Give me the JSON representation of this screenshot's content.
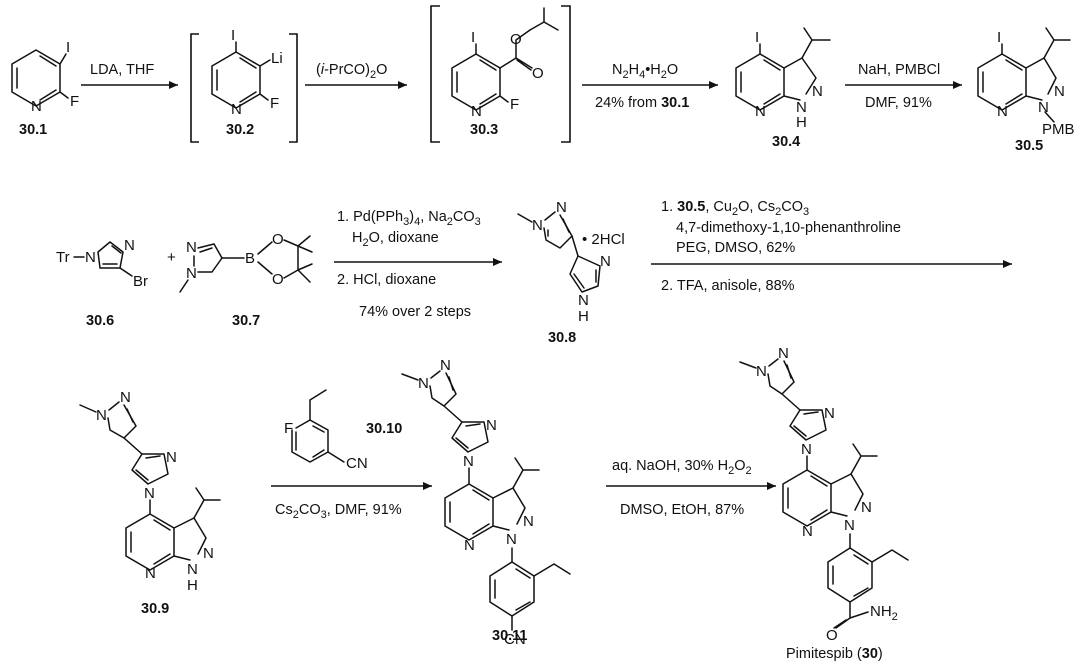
{
  "compounds": {
    "c30_1": "30.1",
    "c30_2": "30.2",
    "c30_3": "30.3",
    "c30_4": "30.4",
    "c30_5": "30.5",
    "c30_6": "30.6",
    "c30_7": "30.7",
    "c30_8": "30.8",
    "c30_9": "30.9",
    "c30_10": "30.10",
    "c30_11": "30.11",
    "final_name": "Pimitespib",
    "final_num": "30"
  },
  "conditions": {
    "step1": "LDA, THF",
    "step2": "(i-PrCO)2O",
    "step3_reagent": "N2H4•H2O",
    "step3_yield_prefix": "24% from",
    "step3_yield_ref": "30.1",
    "step4_reagents": "NaH, PMBCl",
    "step4_yield": "DMF, 91%",
    "suzuki_1a": "1. Pd(PPh3)4, Na2CO3",
    "suzuki_1b": "H2O, dioxane",
    "suzuki_2": "2. HCl, dioxane",
    "suzuki_yield": "74% over 2 steps",
    "coupling_1a_prefix": "1.",
    "coupling_1a_ref": "30.5",
    "coupling_1a_rest": ", Cu2O, Cs2CO3",
    "coupling_1b": "4,7-dimethoxy-1,10-phenanthroline",
    "coupling_1c": "PEG, DMSO, 62%",
    "coupling_2": "2. TFA, anisole, 88%",
    "snar_base": "Cs2CO3, DMF, 91%",
    "hydrolysis_1": "aq. NaOH, 30% H2O2",
    "hydrolysis_2": "DMSO, EtOH, 87%"
  },
  "atoms": {
    "I": "I",
    "F": "F",
    "N": "N",
    "Li": "Li",
    "O": "O",
    "H": "H",
    "NH": "N",
    "PMB": "PMB",
    "Tr": "Tr",
    "Br": "Br",
    "B": "B",
    "HCl2": "• 2HCl",
    "CN": "CN",
    "NH2": "NH",
    "plus": "+"
  }
}
